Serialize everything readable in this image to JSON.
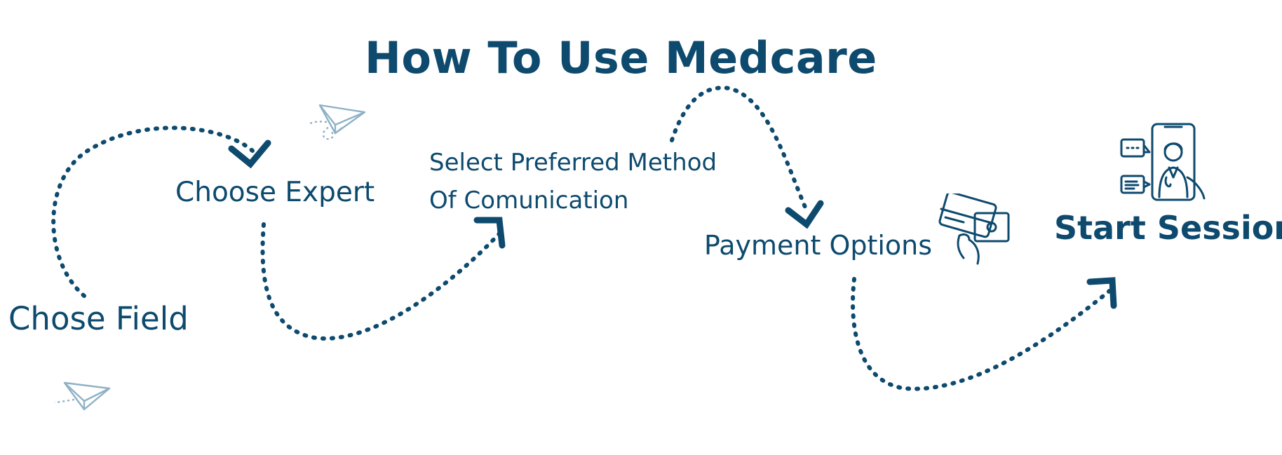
{
  "title": "How To Use Medcare",
  "colors": {
    "primary": "#0d4a6e",
    "decor": "#8fb1c6"
  },
  "steps": [
    {
      "label": "Chose Field"
    },
    {
      "label": "Choose Expert"
    },
    {
      "label_lines": [
        "Select Preferred Method",
        "Of Comunication"
      ]
    },
    {
      "label": "Payment Options"
    },
    {
      "label": "Start Session"
    }
  ],
  "icons": [
    "paper-plane-icon",
    "paper-plane-icon",
    "credit-card-payment-icon",
    "doctor-video-call-icon"
  ]
}
